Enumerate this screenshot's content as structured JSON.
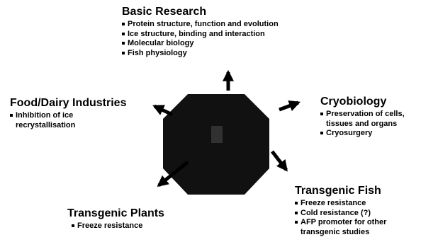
{
  "center": {
    "fill": "#111111"
  },
  "topics": {
    "basic_research": {
      "title": "Basic Research",
      "items": [
        "Protein structure, function and evolution",
        "Ice structure, binding and interaction",
        "Molecular biology",
        "Fish physiology"
      ]
    },
    "food_dairy": {
      "title": "Food/Dairy Industries",
      "items": [
        [
          "Inhibition of ice",
          "recrystallisation"
        ]
      ]
    },
    "cryobiology": {
      "title": "Cryobiology",
      "items": [
        [
          "Preservation of cells,",
          "tissues and organs"
        ],
        "Cryosurgery"
      ]
    },
    "transgenic_fish": {
      "title": "Transgenic Fish",
      "items": [
        "Freeze resistance",
        "Cold resistance (?)",
        [
          "AFP promoter for other",
          "transgenic studies"
        ]
      ]
    },
    "transgenic_plants": {
      "title": "Transgenic Plants",
      "items": [
        "Freeze resistance"
      ]
    }
  }
}
